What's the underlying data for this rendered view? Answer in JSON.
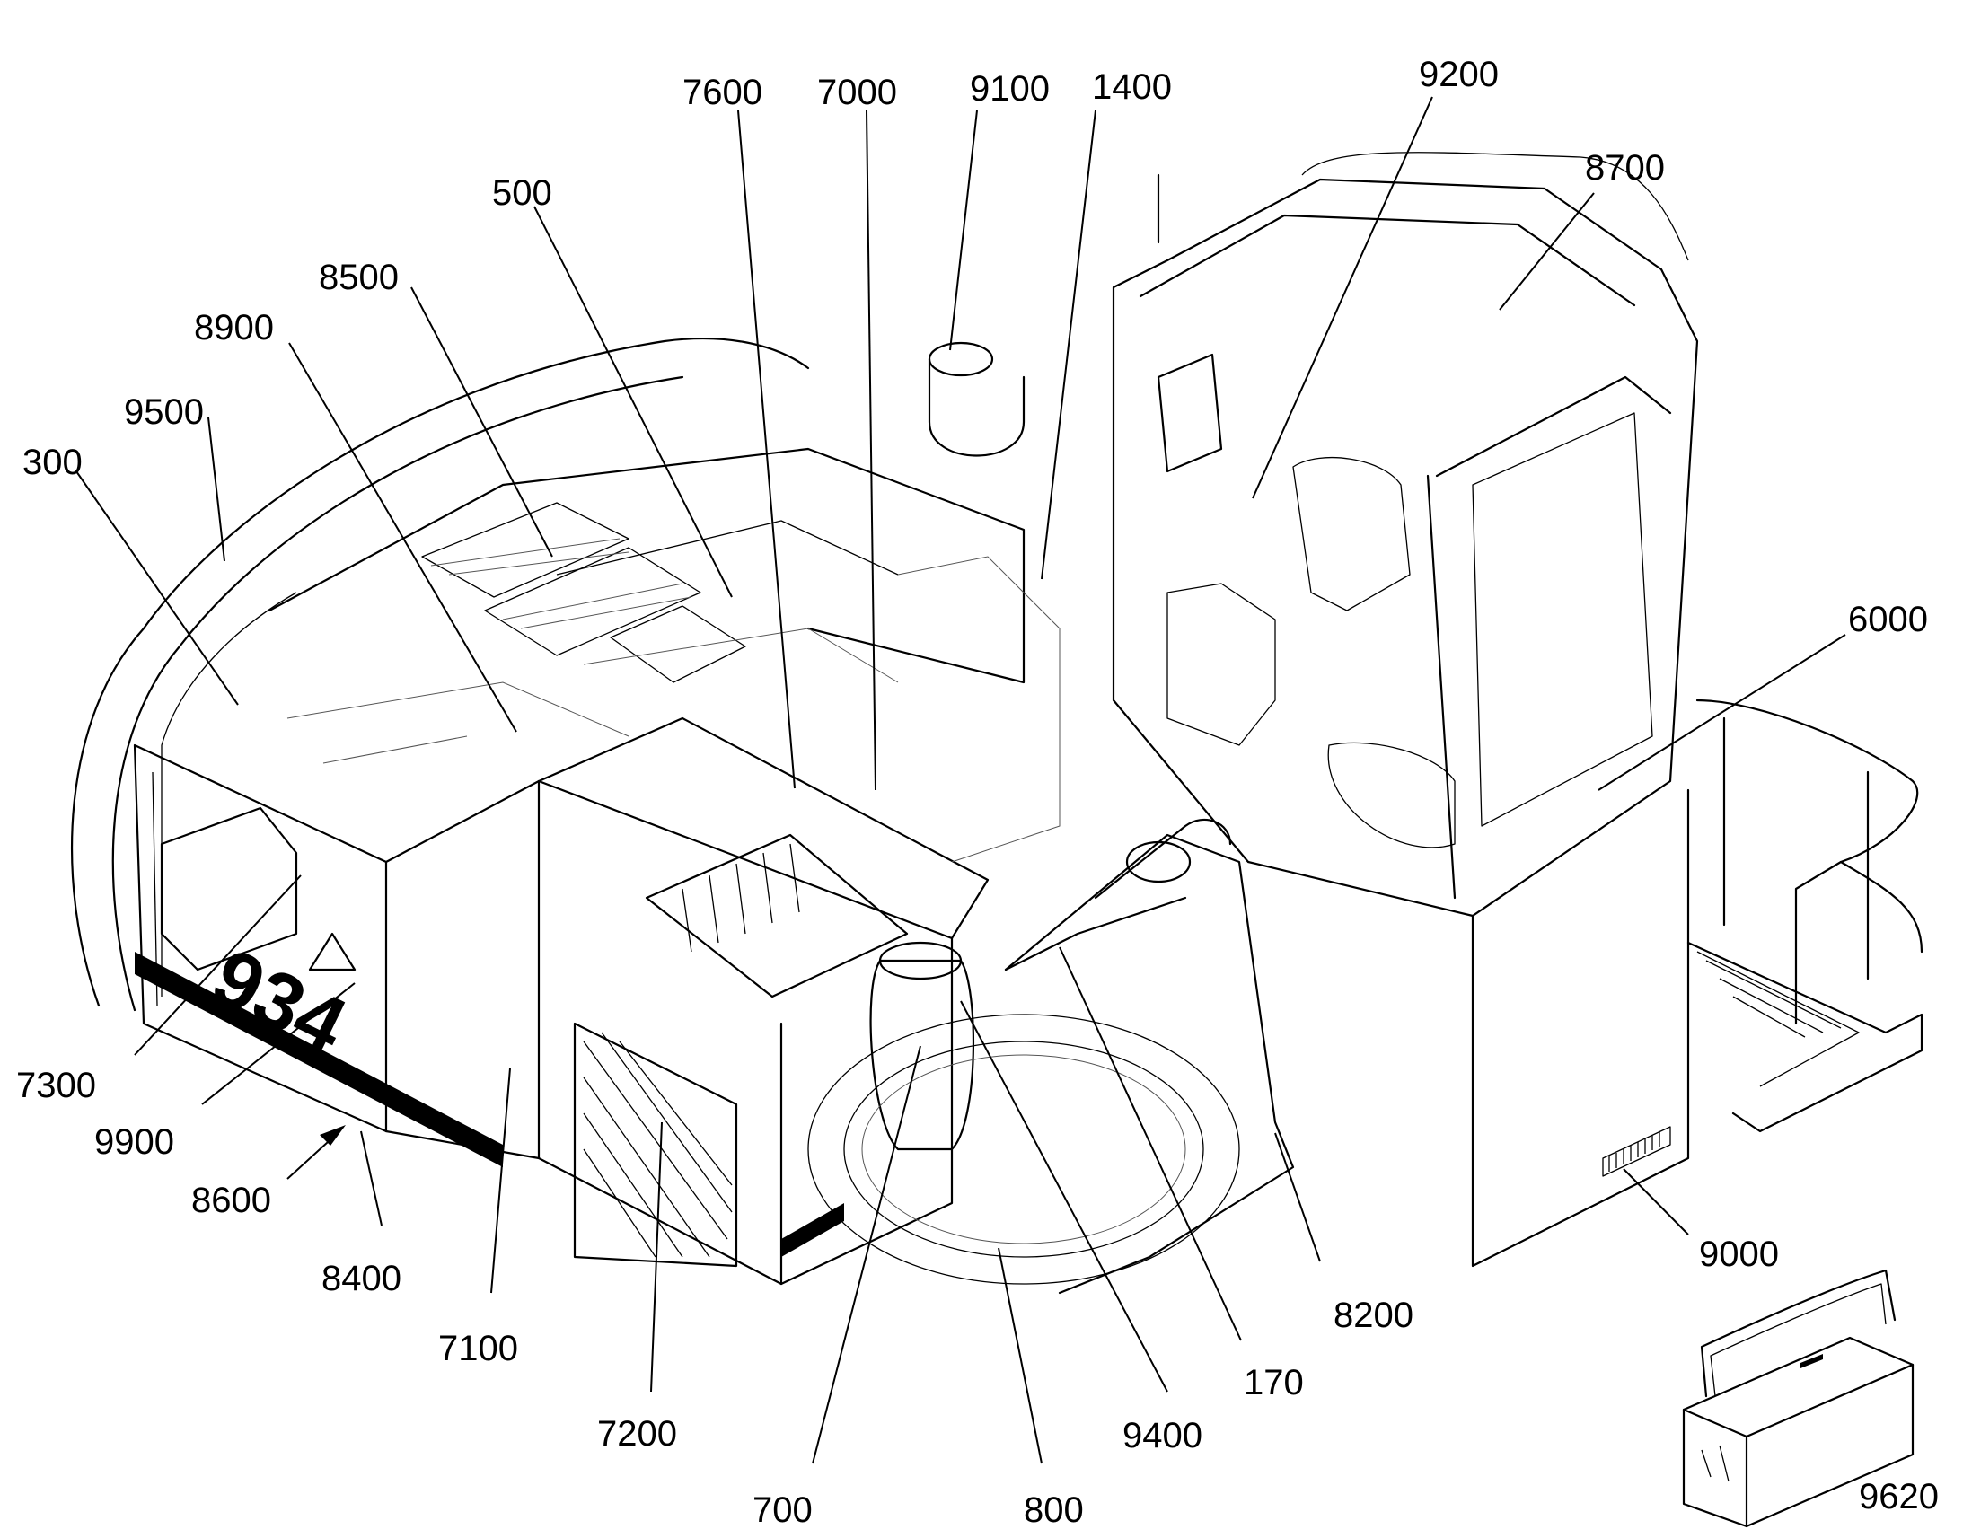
{
  "title": "",
  "callouts": [
    {
      "id": "7600",
      "text": "7600"
    },
    {
      "id": "7000",
      "text": "7000"
    },
    {
      "id": "9100",
      "text": "9100"
    },
    {
      "id": "1400",
      "text": "1400"
    },
    {
      "id": "9200",
      "text": "9200"
    },
    {
      "id": "8700",
      "text": "8700"
    },
    {
      "id": "500",
      "text": "500"
    },
    {
      "id": "8500",
      "text": "8500"
    },
    {
      "id": "8900",
      "text": "8900"
    },
    {
      "id": "9500",
      "text": "9500"
    },
    {
      "id": "300",
      "text": "300"
    },
    {
      "id": "6000",
      "text": "6000"
    },
    {
      "id": "7300",
      "text": "7300"
    },
    {
      "id": "9900",
      "text": "9900"
    },
    {
      "id": "8600",
      "text": "8600"
    },
    {
      "id": "8400",
      "text": "8400"
    },
    {
      "id": "7100",
      "text": "7100"
    },
    {
      "id": "7200",
      "text": "7200"
    },
    {
      "id": "700",
      "text": "700"
    },
    {
      "id": "800",
      "text": "800"
    },
    {
      "id": "9400",
      "text": "9400"
    },
    {
      "id": "170",
      "text": "170"
    },
    {
      "id": "8200",
      "text": "8200"
    },
    {
      "id": "9000",
      "text": "9000"
    },
    {
      "id": "9620",
      "text": "9620"
    }
  ],
  "model_lettering": "934"
}
